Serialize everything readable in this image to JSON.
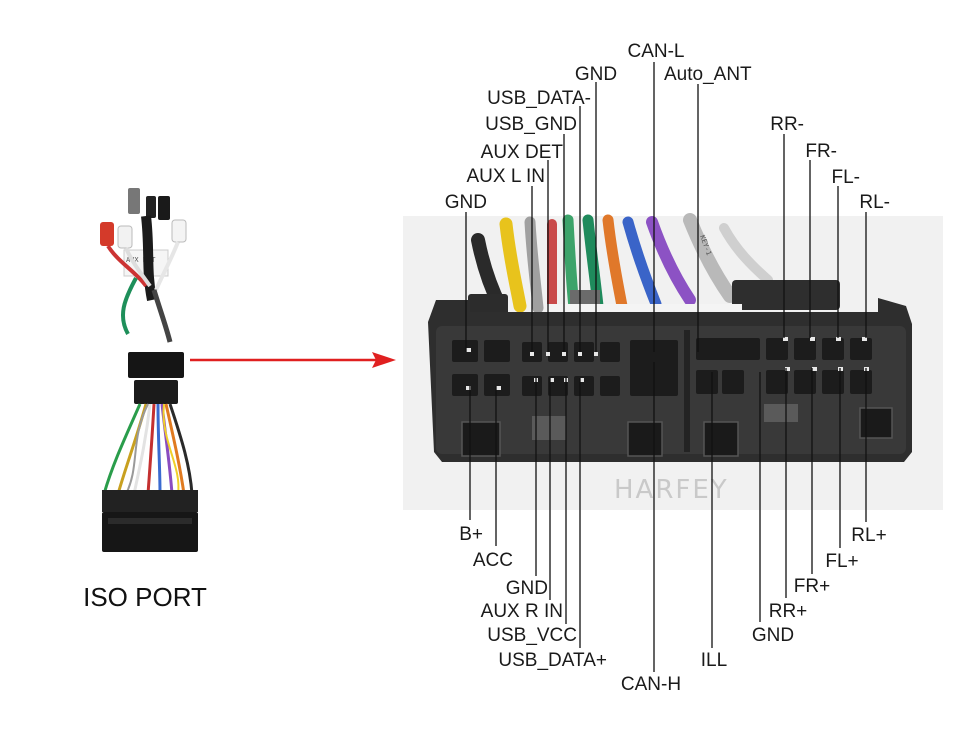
{
  "caption": "ISO PORT",
  "watermark": "HARFEY",
  "harness_tag_text": "AUX DET",
  "connector_tag_text": "KEY-1",
  "arrow_color": "#e02020",
  "pin_labels": {
    "top": {
      "can_l": "CAN-L",
      "gnd": "GND",
      "auto_ant": "Auto_ANT",
      "usb_data_minus": "USB_DATA-",
      "usb_gnd": "USB_GND",
      "aux_det": "AUX DET",
      "aux_l_in": "AUX L IN",
      "gnd_left": "GND",
      "rr_minus": "RR-",
      "fr_minus": "FR-",
      "fl_minus": "FL-",
      "rl_minus": "RL-"
    },
    "bottom": {
      "b_plus": "B+",
      "acc": "ACC",
      "gnd": "GND",
      "aux_r_in": "AUX R IN",
      "usb_vcc": "USB_VCC",
      "usb_data_plus": "USB_DATA+",
      "can_h": "CAN-H",
      "ill": "ILL",
      "gnd_right": "GND",
      "rr_plus": "RR+",
      "fr_plus": "FR+",
      "fl_plus": "FL+",
      "rl_plus": "RL+"
    }
  }
}
